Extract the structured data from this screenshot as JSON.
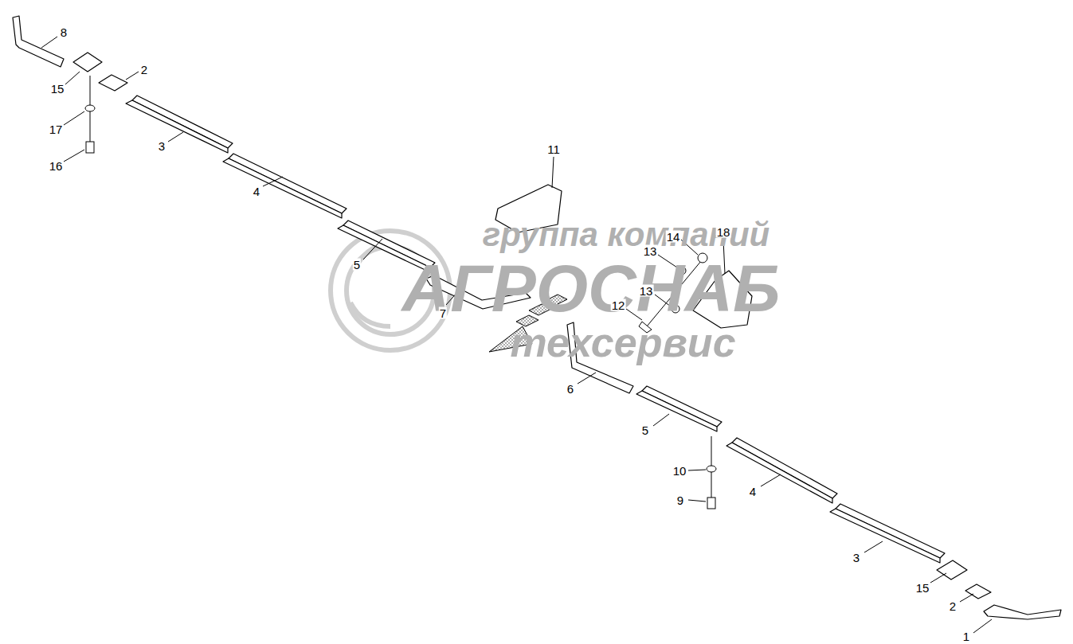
{
  "diagram": {
    "labels": [
      "8",
      "2",
      "15",
      "17",
      "16",
      "3",
      "4",
      "11",
      "14",
      "18",
      "13",
      "5",
      "13",
      "12",
      "7",
      "6",
      "5",
      "10",
      "9",
      "4",
      "3",
      "15",
      "2",
      "1",
      "группа компаний",
      "АГРОСНАБ",
      "техсервис"
    ]
  }
}
